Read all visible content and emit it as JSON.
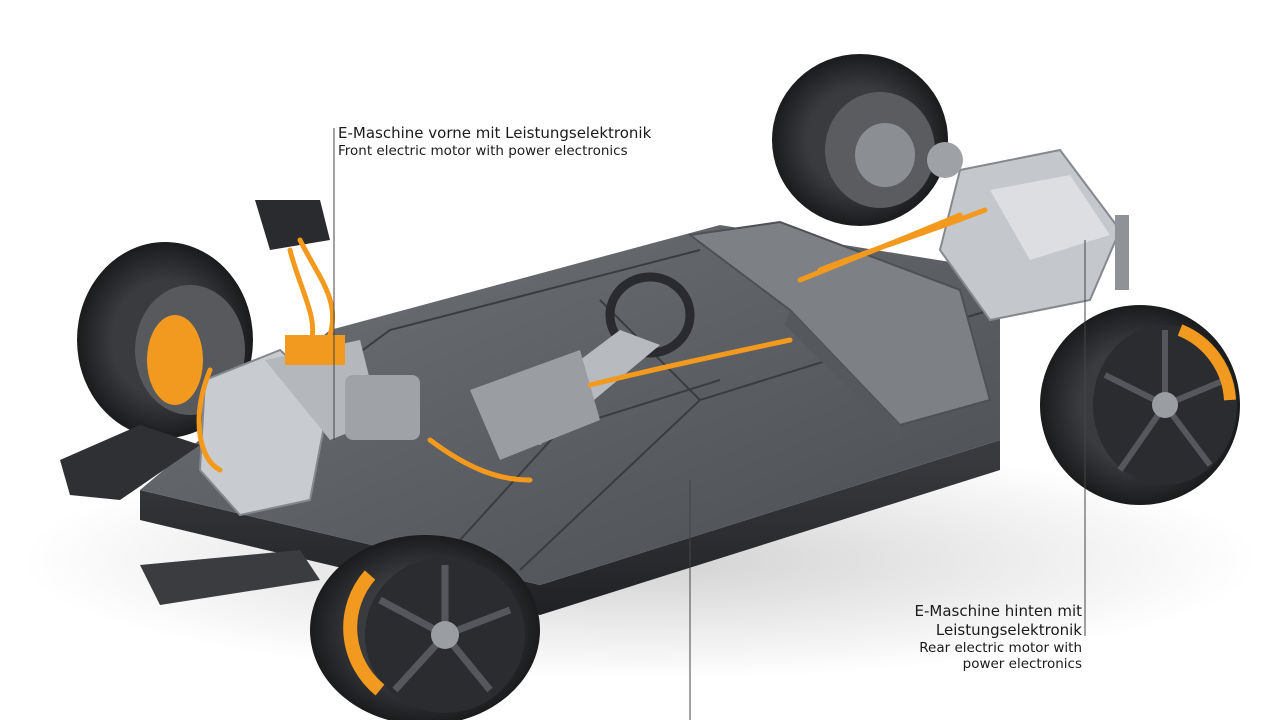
{
  "annotations": {
    "front": {
      "de": "E-Maschine vorne mit Leistungselektronik",
      "en": "Front electric motor with power electronics"
    },
    "rear": {
      "de_line1": "E-Maschine hinten mit",
      "de_line2": "Leistungselektronik",
      "en_line1": "Rear electric motor with",
      "en_line2": "power electronics"
    }
  },
  "colors": {
    "battery": "#5b5e63",
    "battery_dark": "#3a3c40",
    "battery_light": "#8a8d92",
    "cable": "#f39a1e",
    "tire": "#2a2b2e",
    "rim": "#3b3d42",
    "aluminium": "#c9ccd0"
  }
}
